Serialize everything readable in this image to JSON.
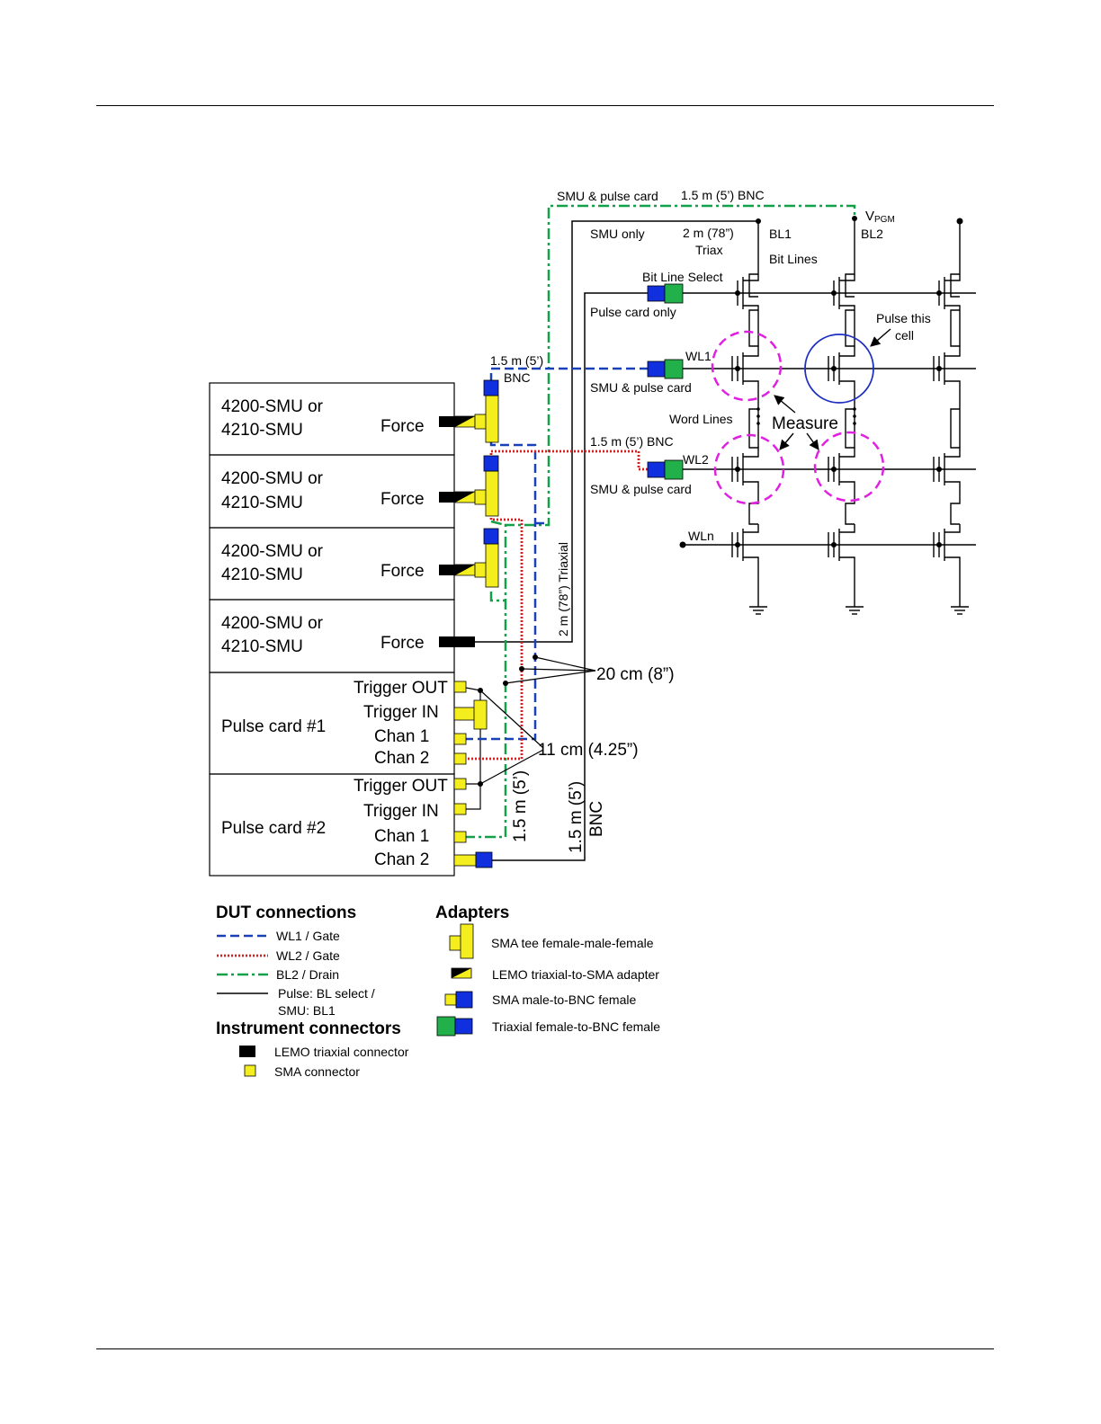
{
  "colors": {
    "blue": "#1a40b8",
    "red": "#d7201e",
    "green": "#12a049",
    "magenta": "#e020e0",
    "circle_blue": "#1f2fc0",
    "sma_yellow": "#f5ee1f",
    "bnc_blue": "#1030e0",
    "triax_green": "#22b04a"
  },
  "instruments": {
    "smu_line1": "4200-SMU or",
    "smu_line2": "4210-SMU",
    "force": "Force",
    "pulse1": "Pulse card #1",
    "pulse2": "Pulse card #2",
    "trigger_out": "Trigger OUT",
    "trigger_in": "Trigger IN",
    "chan1": "Chan 1",
    "chan2": "Chan 2"
  },
  "cables": {
    "smu_pulse_card": "SMU & pulse card",
    "bnc_15m": "1.5 m (5’) BNC",
    "smu_only": "SMU only",
    "triax_2m": "2 m (78”)",
    "triax": "Triax",
    "bit_line_select": "Bit Line Select",
    "pulse_card_only": "Pulse card only",
    "len_15m": "1.5 m (5’)",
    "bnc": "BNC",
    "triaxial_2m": "2 m (78”) Triaxial",
    "cm20": "20 cm (8”)",
    "cm11": "11 cm (4.25”)",
    "v15m": "1.5 m (5’)",
    "v15m_bnc_1": "1.5 m (5’)",
    "v15m_bnc_2": "BNC"
  },
  "array": {
    "vpgm_v": "V",
    "vpgm_sub": "PGM",
    "bl1": "BL1",
    "bl2": "BL2",
    "bit_lines": "Bit Lines",
    "wl1": "WL1",
    "wl2": "WL2",
    "wln": "WLn",
    "word_lines": "Word Lines",
    "measure": "Measure",
    "pulse_this": "Pulse this",
    "cell": "cell"
  },
  "legend": {
    "dut_title": "DUT connections",
    "dut_items": [
      "WL1 / Gate",
      "WL2 / Gate",
      "BL2 / Drain",
      "Pulse: BL select /",
      "SMU: BL1"
    ],
    "inst_title": "Instrument connectors",
    "inst_items": [
      "LEMO triaxial connector",
      "SMA connector"
    ],
    "adapters_title": "Adapters",
    "adapter_items": [
      "SMA tee female-male-female",
      "LEMO triaxial-to-SMA adapter",
      "SMA male-to-BNC female",
      "Triaxial female-to-BNC female"
    ]
  }
}
